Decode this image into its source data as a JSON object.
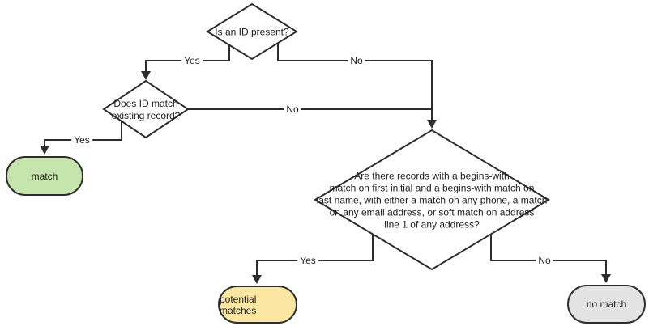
{
  "diagram": {
    "background": "#ffffff",
    "stroke_color": "#2d2d2d",
    "text_color": "#1c1c1c",
    "nodes": {
      "is_id_present": {
        "type": "decision",
        "fill": "#ffffff",
        "label": "Is an ID present?"
      },
      "does_id_match": {
        "type": "decision",
        "fill": "#ffffff",
        "label": "Does ID match existing record?",
        "label_lines": [
          "Does ID match",
          "existing record?"
        ]
      },
      "records_begins_with": {
        "type": "decision",
        "fill": "#ffffff",
        "label": "Are there records with a begins-with match on first initial and a begins-with match on last name, with either a match on any phone, a match on any email address, or soft match on address line 1 of any address?",
        "label_lines": [
          "Are there records with a begins-with",
          "match on first initial and a begins-with match on",
          "last name, with either a match on any phone, a match",
          "on any email address, or soft match on address",
          "line 1 of any address?"
        ]
      },
      "match": {
        "type": "terminator",
        "fill": "#c6e5ad",
        "label": "match"
      },
      "potential_matches": {
        "type": "terminator",
        "fill": "#fbe7a1",
        "label": "potential matches"
      },
      "no_match": {
        "type": "terminator",
        "fill": "#e3e3e3",
        "label": "no match"
      }
    },
    "edges": {
      "id_present_yes": {
        "label": "Yes",
        "from": "is_id_present",
        "to": "does_id_match"
      },
      "id_present_no": {
        "label": "No",
        "from": "is_id_present",
        "to": "records_begins_with"
      },
      "id_match_yes": {
        "label": "Yes",
        "from": "does_id_match",
        "to": "match"
      },
      "id_match_no": {
        "label": "No",
        "from": "does_id_match",
        "to": "records_begins_with"
      },
      "records_yes": {
        "label": "Yes",
        "from": "records_begins_with",
        "to": "potential_matches"
      },
      "records_no": {
        "label": "No",
        "from": "records_begins_with",
        "to": "no_match"
      }
    }
  }
}
